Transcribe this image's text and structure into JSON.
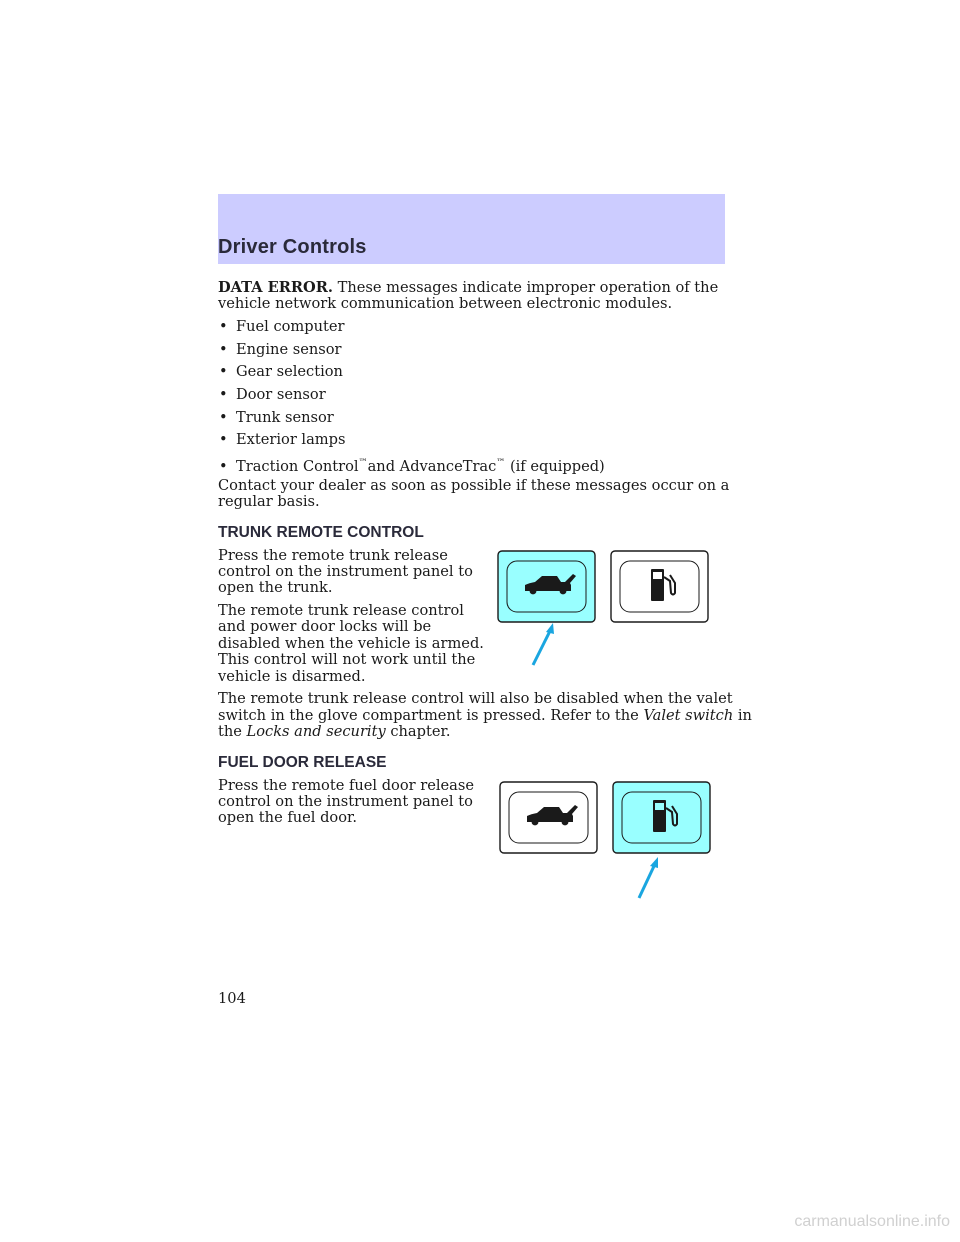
{
  "header": {
    "title": "Driver Controls"
  },
  "data_error": {
    "lead": "DATA ERROR.",
    "line1": "These messages indicate improper operation of the",
    "line2": "vehicle network communication between electronic modules.",
    "bullets": [
      "Fuel computer",
      "Engine sensor",
      "Gear selection",
      "Door sensor",
      "Trunk sensor",
      "Exterior lamps"
    ],
    "traction": {
      "part1": "Traction Control",
      "tm1": "™",
      "part2": "and AdvanceTrac",
      "tm2": "™",
      "part3": "(if equipped)"
    },
    "contact_line1": "Contact your dealer as soon as possible if these messages occur on a",
    "contact_line2": "regular basis."
  },
  "trunk_remote": {
    "heading": "TRUNK REMOTE CONTROL",
    "p1": [
      "Press the remote trunk release",
      "control on the instrument panel to",
      "open the trunk."
    ],
    "p2": [
      "The remote trunk release control",
      "and power door locks will be",
      "disabled when the vehicle is armed.",
      "This control will not work until the",
      "vehicle is disarmed."
    ],
    "p3_line1": "The remote trunk release control will also be disabled when the valet",
    "p3_line2_a": "switch in the glove compartment is pressed. Refer to the",
    "p3_line2_b": "Valet switch",
    "p3_line2_c": "in",
    "p3_line3_a": "the",
    "p3_line3_b": "Locks and security",
    "p3_line3_c": "chapter."
  },
  "fuel_door": {
    "heading": "FUEL DOOR RELEASE",
    "p1": [
      "Press the remote fuel door release",
      "control on the instrument panel to",
      "open the fuel door."
    ]
  },
  "colors": {
    "header_band": "#ccccff",
    "highlight": "#99ffff",
    "arrow": "#1aa6e0"
  },
  "page_number": "104",
  "watermark": "carmanualsonline.info"
}
